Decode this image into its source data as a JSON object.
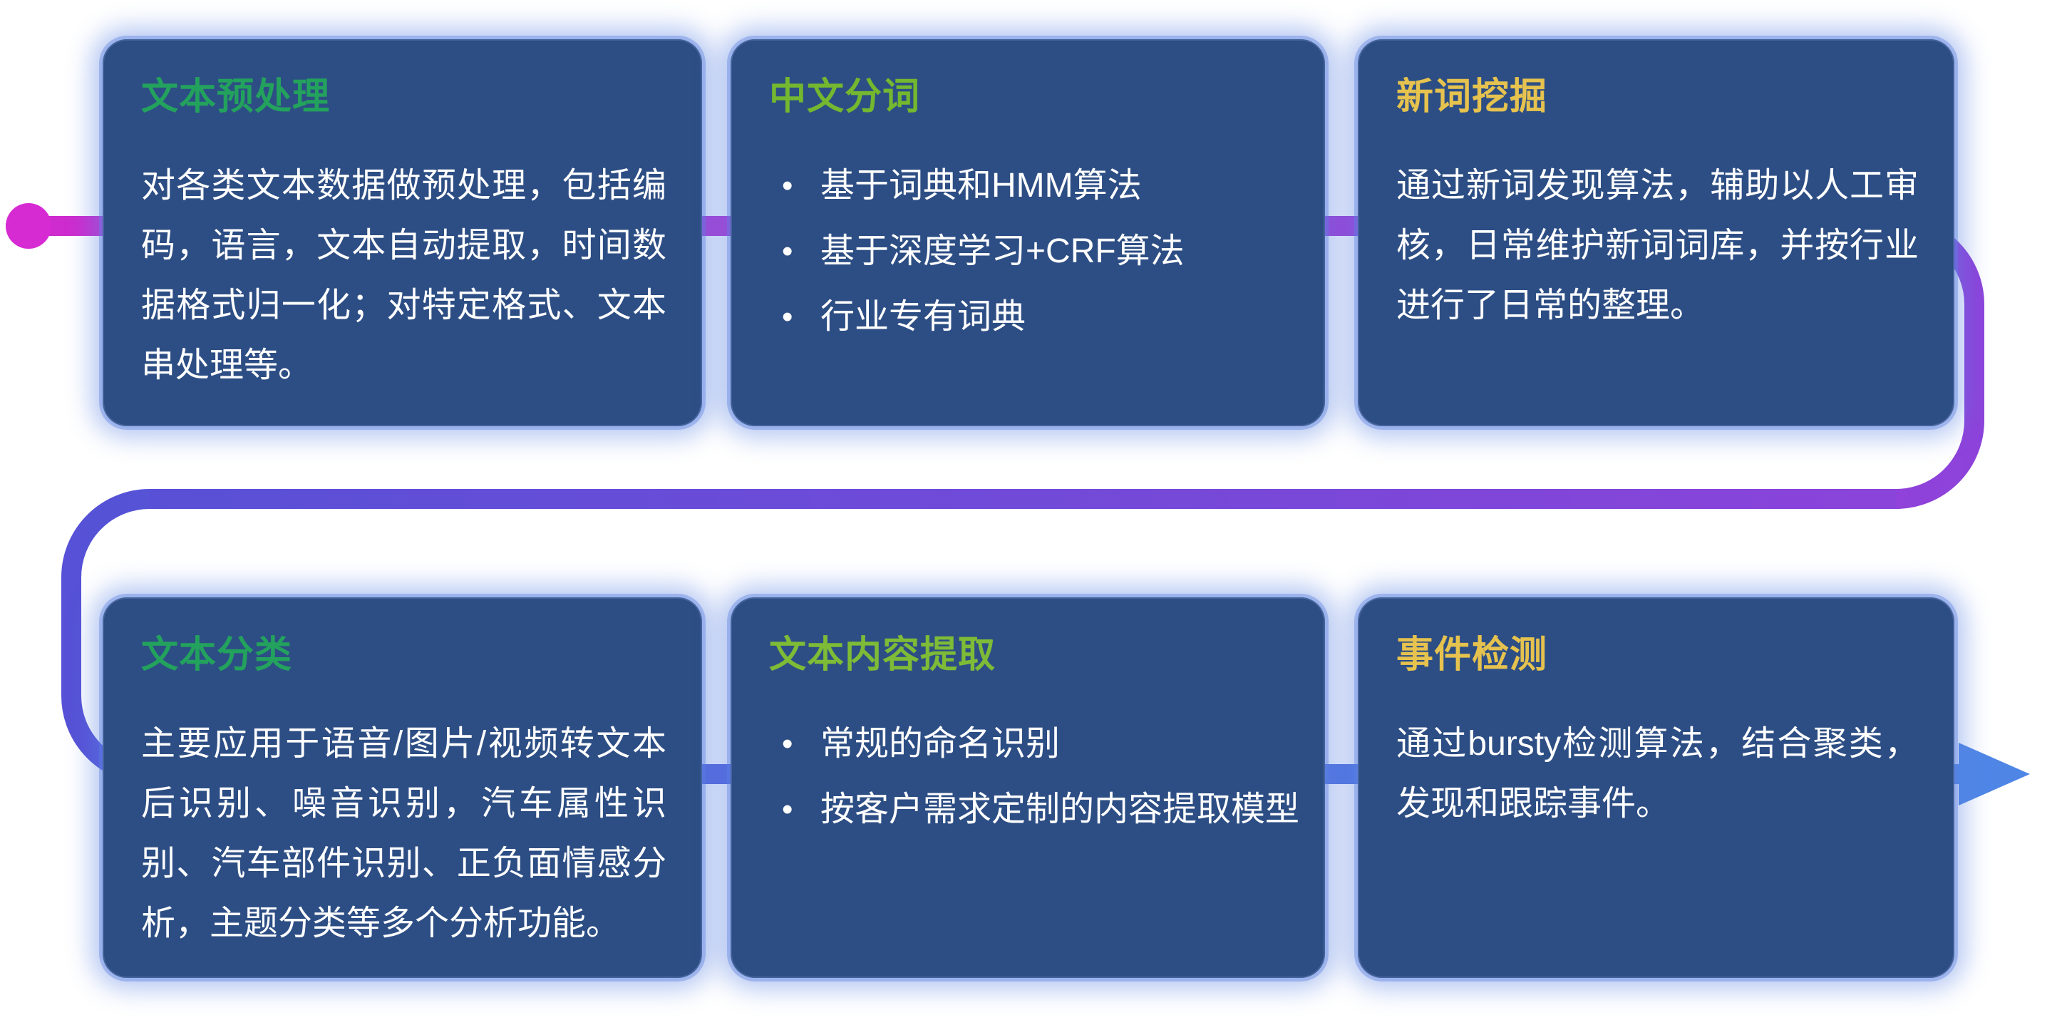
{
  "page": {
    "background": "#ffffff"
  },
  "card_bg": "#2d4e84",
  "body_text_color": "#ffffff",
  "flow": {
    "start_dot_color": "#d62ad2",
    "arrow_color": "#4f86e6",
    "colors": {
      "magenta": "#cf2bce",
      "purple": "#8d43da",
      "violet": "#5651d6",
      "blue": "#4f86e6"
    }
  },
  "cards": [
    {
      "title": "文本预处理",
      "title_color": "#23a25d",
      "body": "对各类文本数据做预处理，包括编码，语言，文本自动提取，时间数据格式归一化；对特定格式、文本串处理等。"
    },
    {
      "title": "中文分词",
      "title_color": "#74b82f",
      "bullets": [
        "基于词典和HMM算法",
        "基于深度学习+CRF算法",
        "行业专有词典"
      ]
    },
    {
      "title": "新词挖掘",
      "title_color": "#e6c24e",
      "body": "通过新词发现算法，辅助以人工审核，日常维护新词词库，并按行业进行了日常的整理。"
    },
    {
      "title": "文本分类",
      "title_color": "#23a25d",
      "body": "主要应用于语音/图片/视频转文本后识别、噪音识别，汽车属性识别、汽车部件识别、正负面情感分析，主题分类等多个分析功能。"
    },
    {
      "title": "文本内容提取",
      "title_color": "#7ebb37",
      "bullets": [
        "常规的命名识别",
        "按客户需求定制的内容提取模型"
      ]
    },
    {
      "title": "事件检测",
      "title_color": "#e6c24e",
      "body": "通过bursty检测算法，结合聚类，发现和跟踪事件。"
    }
  ]
}
